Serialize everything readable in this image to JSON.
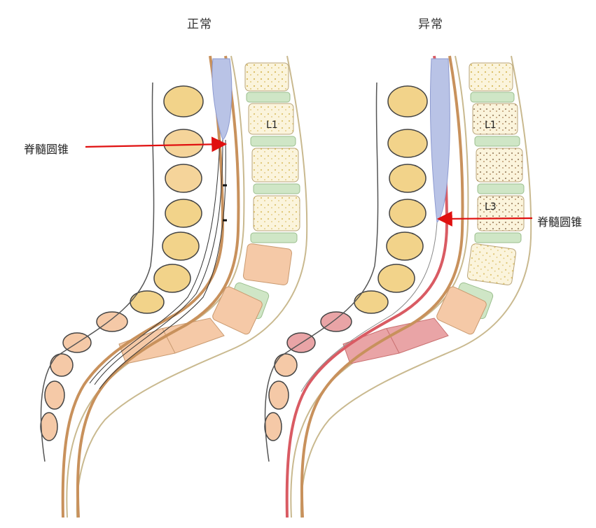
{
  "panels": {
    "normal": {
      "title": "正常",
      "annotation": "脊髓圆锥",
      "vertebra_label": "L1"
    },
    "abnormal": {
      "title": "异常",
      "annotation": "脊髓圆锥",
      "vertebra_labels": [
        "L1",
        "L3"
      ]
    }
  },
  "colors": {
    "arrow": "#e01010",
    "spinal_cord": "#b9c3e6",
    "tethered_cord": "#d95b63",
    "vertebral_body_fill": "#fbf4dc",
    "intervertebral_disc": "#cfe6c6",
    "lamina_fill": "#f2d38a",
    "sacrum_fill": "#f5c9a7",
    "sacrum_abnormal_fill": "#e9a4a6",
    "canal_wall": "#c8915c"
  }
}
